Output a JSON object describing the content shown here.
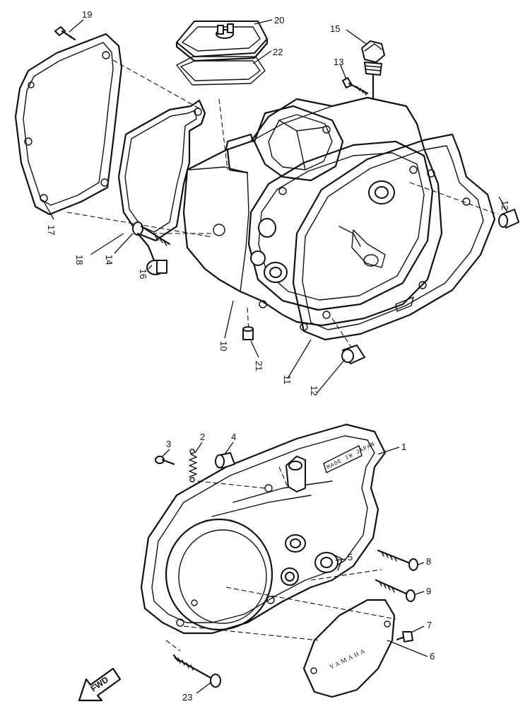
{
  "parts": {
    "p1": "1",
    "p2": "2",
    "p3": "3",
    "p4": "4",
    "p5": "5",
    "p6": "6",
    "p7": "7",
    "p8": "8",
    "p9": "9",
    "p10": "10",
    "p11": "11",
    "p12a": "12",
    "p12b": "12",
    "p13": "13",
    "p14": "14",
    "p15": "15",
    "p16": "16",
    "p17": "17",
    "p18": "18",
    "p19": "19",
    "p20": "20",
    "p21": "21",
    "p22": "22",
    "p23": "23"
  },
  "fwd_label": "FWD",
  "cover_stamp": "MADE IN JAPAN",
  "cover_brand": "YAMAHA"
}
